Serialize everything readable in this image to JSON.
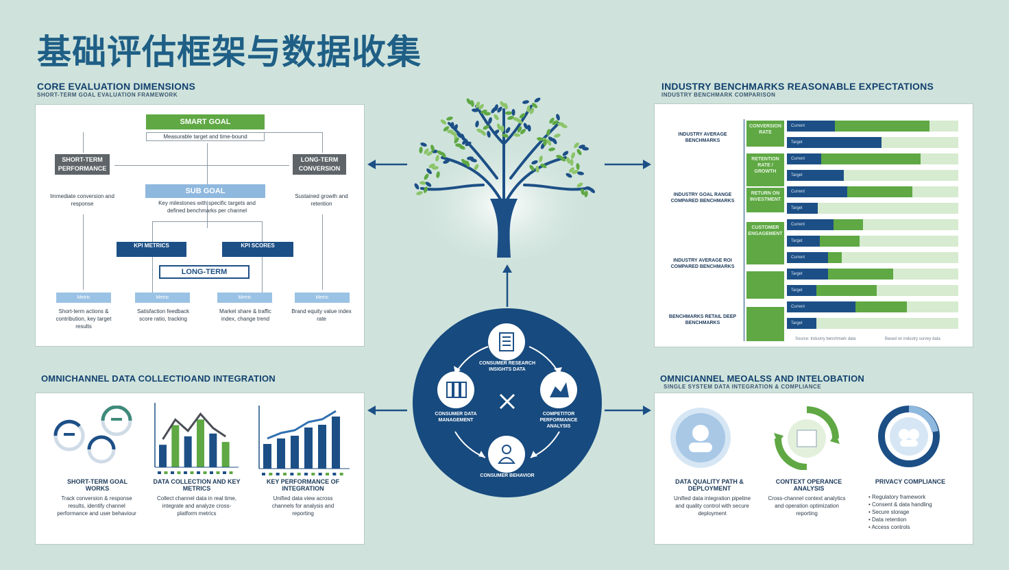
{
  "title": "基础评估框架与数据收集",
  "core": {
    "title": "CORE EVALUATION DIMENSIONS",
    "subtitle": "SHORT-TERM GOAL EVALUATION FRAMEWORK",
    "smart_goal": "SMART GOAL",
    "smart_desc": "Measurable target and time-bound",
    "short_term": "SHORT-TERM\nPERFORMANCE",
    "long_term_right": "LONG-TERM\nCONVERSION",
    "short_desc": "Immediate conversion and response",
    "long_desc": "Sustained growth and retention",
    "sub_goal": "SUB GOAL",
    "sub_desc": "Key milestones with specific targets and defined benchmarks per channel",
    "kpi_left": "KPI METRICS",
    "kpi_right": "KPI SCORES",
    "long_term": "LONG-TERM",
    "leaves": [
      {
        "tag": "Metric",
        "text": "Short-term actions & contribution, key target results"
      },
      {
        "tag": "Metric",
        "text": "Satisfaction feedback score ratio, tracking"
      },
      {
        "tag": "Metric",
        "text": "Market share & traffic index, change trend"
      },
      {
        "tag": "Metric",
        "text": "Brand equity value index rate"
      }
    ]
  },
  "bench": {
    "title": "INDUSTRY BENCHMARKS REASONABLE EXPECTATIONS",
    "subtitle": "INDUSTRY BENCHMARK COMPARISON",
    "groups": [
      {
        "label": "INDUSTRY AVERAGE BENCHMARKS",
        "cat": "CONVERSION RATE"
      },
      {
        "label": "INDUSTRY GOAL RANGE COMPARED BENCHMARKS",
        "cat": "RETENTION RATE / GROWTH"
      },
      {
        "label": "INDUSTRY AVERAGE ROI COMPARED BENCHMARKS",
        "cat": "RETURN ON INVESTMENT"
      },
      {
        "label": "BENCHMARKS RETAIL DEEP BENCHMARKS",
        "cat": "CUSTOMER ENGAGEMENT"
      }
    ],
    "rows": [
      {
        "label": "Current",
        "navy": 0.28,
        "green": 0.55
      },
      {
        "label": "Target",
        "navy": 0.55,
        "green": 0.0
      },
      {
        "label": "Current",
        "navy": 0.2,
        "green": 0.58
      },
      {
        "label": "Target",
        "navy": 0.33,
        "green": 0.0
      },
      {
        "label": "Current",
        "navy": 0.35,
        "green": 0.38
      },
      {
        "label": "Target",
        "navy": 0.18,
        "green": 0.0
      },
      {
        "label": "Current",
        "navy": 0.27,
        "green": 0.17
      },
      {
        "label": "Target",
        "navy": 0.19,
        "green": 0.23
      },
      {
        "label": "Current",
        "navy": 0.24,
        "green": 0.08
      },
      {
        "label": "Target",
        "navy": 0.24,
        "green": 0.38
      },
      {
        "label": "Target",
        "navy": 0.17,
        "green": 0.35
      },
      {
        "label": "Current",
        "navy": 0.4,
        "green": 0.3
      },
      {
        "label": "Target",
        "navy": 0.17,
        "green": 0.0
      }
    ],
    "footer_left": "Source: Industry benchmark data",
    "footer_right": "Based on industry survey data"
  },
  "omni": {
    "title": "OMNICHANNEL DATA COLLECTIOAND INTEGRATION",
    "cards": [
      {
        "head": "SHORT-TERM GOAL WORKS",
        "text": "Track conversion & response results, identify channel performance and user behaviour"
      },
      {
        "head": "DATA COLLECTION AND KEY METRICS",
        "text": "Collect channel data in real time, integrate and analyze cross-platform metrics"
      },
      {
        "head": "KEY PERFORMANCE OF INTEGRATION",
        "text": "Unified data view across channels for analysis and reporting"
      }
    ],
    "chart1": [
      0.4,
      0.75,
      0.55,
      0.85,
      0.6,
      0.45
    ],
    "chart2": [
      0.45,
      0.55,
      0.6,
      0.75,
      0.8,
      0.95
    ]
  },
  "omni2": {
    "title": "OMNICIANNEL MEOALSS AND INTELOBATION",
    "subtitle": "SINGLE SYSTEM DATA INTEGRATION & COMPLIANCE",
    "items": [
      {
        "head": "DATA QUALITY PATH & DEPLOYMENT",
        "text": "Unified data integration pipeline and quality control with secure deployment"
      },
      {
        "head": "CONTEXT OPERANCE ANALYSIS",
        "text": "Cross-channel context analytics and operation optimization reporting"
      },
      {
        "head": "PRIVACY COMPLIANCE",
        "text": "• Regulatory framework\n• Consent & data handling\n• Secure storage\n• Data retention\n• Access controls"
      }
    ]
  },
  "hub": {
    "top": "CONSUMER RESEARCH INSIGHTS DATA",
    "left": "CONSUMER DATA MANAGEMENT",
    "right": "COMPETITOR PERFORMANCE ANALYSIS",
    "bottom": "CONSUMER BEHAVIOR"
  },
  "colors": {
    "navy": "#1c4f86",
    "green": "#5fa844",
    "bg": "#cfe3dc"
  }
}
